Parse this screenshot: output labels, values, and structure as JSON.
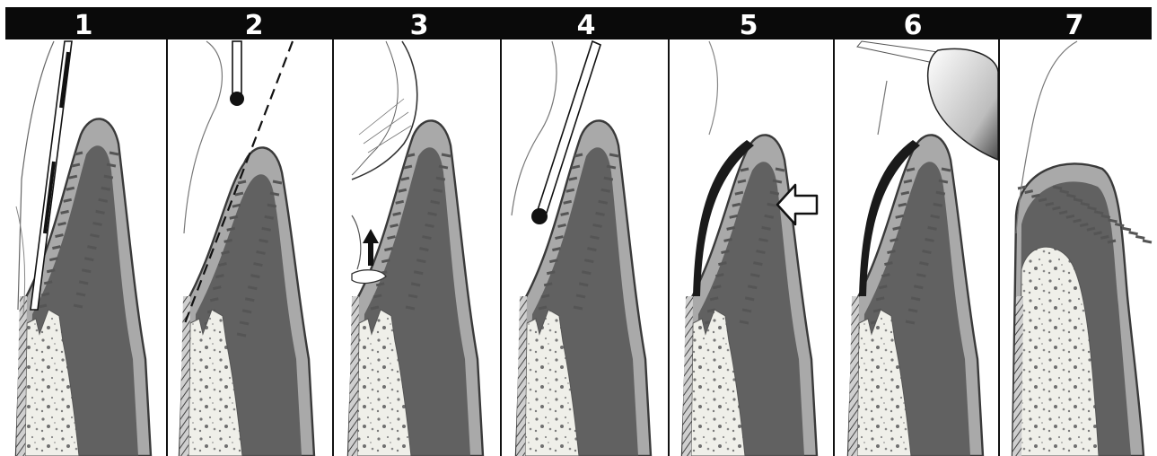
{
  "panels": [
    {
      "label": "1",
      "step": "probe-measurement"
    },
    {
      "label": "2",
      "step": "incision-line"
    },
    {
      "label": "3",
      "step": "tissue-elevation"
    },
    {
      "label": "4",
      "step": "probe-reinsertion"
    },
    {
      "label": "5",
      "step": "pressure-application"
    },
    {
      "label": "6",
      "step": "scaling"
    },
    {
      "label": "7",
      "step": "healing"
    }
  ],
  "colors": {
    "header_band": "#0a0a0a",
    "divider": "#111111",
    "gingiva_fill": "#a9a9a9",
    "gingiva_outline": "#3a3a3a",
    "connective_dark": "#555555",
    "bone_fill": "#efefe9",
    "bone_dots": "#777777",
    "instrument": "#1a1a1a"
  }
}
